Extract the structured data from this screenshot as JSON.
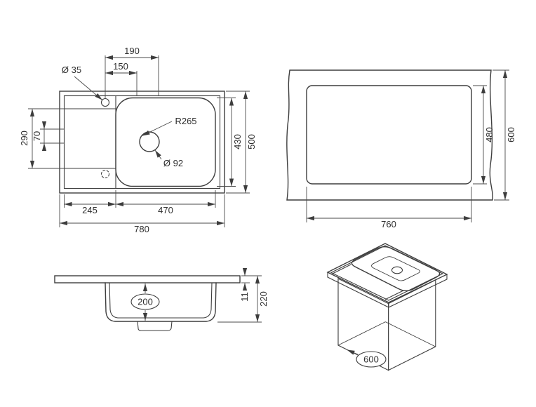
{
  "colors": {
    "background": "#ffffff",
    "line": "#3d3d3d",
    "text": "#2e2e2e"
  },
  "views": {
    "top": {
      "dims": {
        "overall_width": "780",
        "overall_height": "500",
        "board_width": "245",
        "bowl_width": "470",
        "bowl_height": "430",
        "offset_top_a": "190",
        "offset_top_b": "150",
        "offset_left_a": "290",
        "offset_left_b": "70",
        "tap_hole": "Ø 35",
        "corner_radius": "R265",
        "drain_hole": "Ø 92"
      }
    },
    "cutout": {
      "dims": {
        "width": "760",
        "height": "480",
        "depth": "600"
      }
    },
    "section": {
      "dims": {
        "bowl_depth": "200",
        "rim_height": "11",
        "total_height": "220"
      }
    },
    "iso": {
      "dims": {
        "cabinet_width": "600"
      }
    }
  }
}
